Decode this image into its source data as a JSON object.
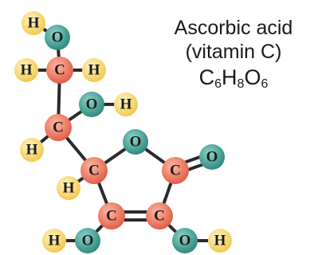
{
  "title": {
    "line1": "Ascorbic acid",
    "line2": "(vitamin C)",
    "formula": [
      {
        "sym": "C",
        "sub": "6"
      },
      {
        "sym": "H",
        "sub": "8"
      },
      {
        "sym": "O",
        "sub": "6"
      }
    ]
  },
  "colors": {
    "hydrogen": "#f5d76e",
    "carbon": "#e8705a",
    "oxygen": "#3f9e94",
    "bond": "#2a2a2a"
  },
  "atoms": [
    {
      "id": "h1",
      "el": "H",
      "label": "H"
    },
    {
      "id": "o1",
      "el": "O",
      "label": "O"
    },
    {
      "id": "h2",
      "el": "H",
      "label": "H"
    },
    {
      "id": "c1",
      "el": "C",
      "label": "C"
    },
    {
      "id": "h3",
      "el": "H",
      "label": "H"
    },
    {
      "id": "o2",
      "el": "O",
      "label": "O"
    },
    {
      "id": "h4",
      "el": "H",
      "label": "H"
    },
    {
      "id": "c2",
      "el": "C",
      "label": "C"
    },
    {
      "id": "h5",
      "el": "H",
      "label": "H"
    },
    {
      "id": "o3",
      "el": "O",
      "label": "O"
    },
    {
      "id": "c3",
      "el": "C",
      "label": "C"
    },
    {
      "id": "c4",
      "el": "C",
      "label": "C"
    },
    {
      "id": "o4",
      "el": "O",
      "label": "O"
    },
    {
      "id": "h6",
      "el": "H",
      "label": "H"
    },
    {
      "id": "c5",
      "el": "C",
      "label": "C"
    },
    {
      "id": "c6",
      "el": "C",
      "label": "C"
    },
    {
      "id": "h7",
      "el": "H",
      "label": "H"
    },
    {
      "id": "o5",
      "el": "O",
      "label": "O"
    },
    {
      "id": "o6",
      "el": "O",
      "label": "O"
    },
    {
      "id": "h8",
      "el": "H",
      "label": "H"
    }
  ]
}
